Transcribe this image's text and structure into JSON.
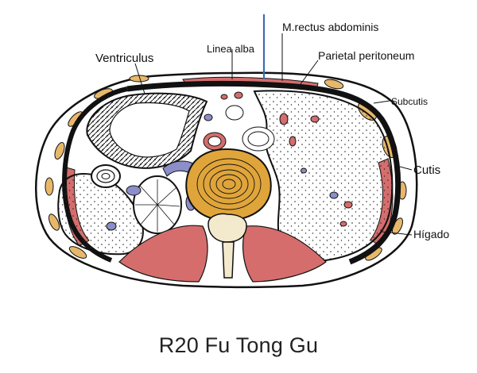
{
  "labels": {
    "ventriculus": "Ventriculus",
    "linea_alba": "Linea alba",
    "rectus": "M.rectus abdominis",
    "parietal": "Parietal peritoneum",
    "subcutis": "Subcutis",
    "cutis": "Cutis",
    "higado": "Hígado"
  },
  "caption": "R20 Fu Tong Gu",
  "colors": {
    "skin": "#ffffff",
    "fat": "#e8b86a",
    "muscle": "#d56d6d",
    "vessel_blue": "#8c8ec8",
    "vertebra": "#e0a53a",
    "outline": "#111111",
    "needle": "#3a6fb4"
  }
}
